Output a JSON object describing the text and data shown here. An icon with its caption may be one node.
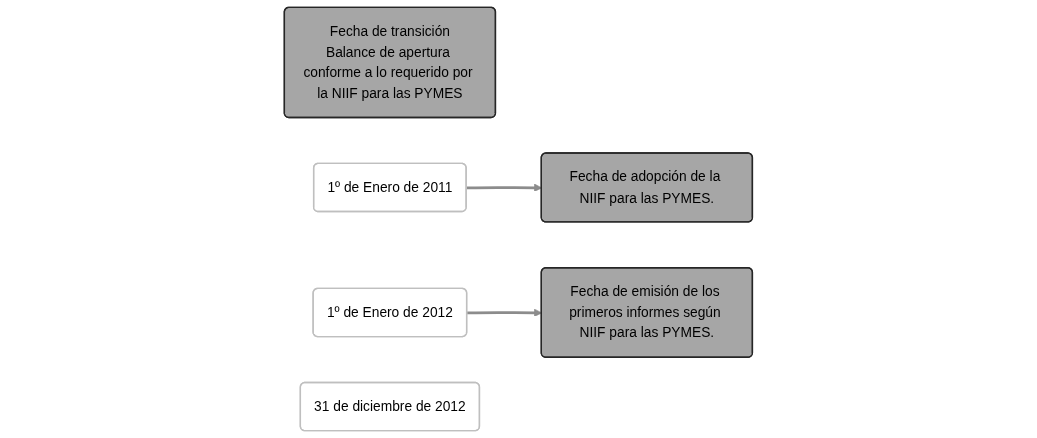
{
  "diagram": {
    "nodes": [
      {
        "text": [
          "Fecha de transición",
          "Balance de apertura conforme a lo requerido por la NIIF para las PYMES"
        ]
      },
      {
        "text": [
          "1º de Enero de 2011"
        ]
      },
      {
        "text": [
          "1º de Enero de 2012"
        ]
      },
      {
        "text": [
          "Fecha de adopción de la NIIF para las PYMES."
        ]
      },
      {
        "text": [
          "Fecha de emisión de los primeros informes según NIIF para las PYMES."
        ]
      },
      {
        "text": [
          "31 de diciembre de 2012"
        ]
      }
    ],
    "edges": [
      {
        "from": 1,
        "to": 3,
        "arrow": "to"
      },
      {
        "from": 2,
        "to": 4,
        "arrow": "to"
      }
    ]
  }
}
